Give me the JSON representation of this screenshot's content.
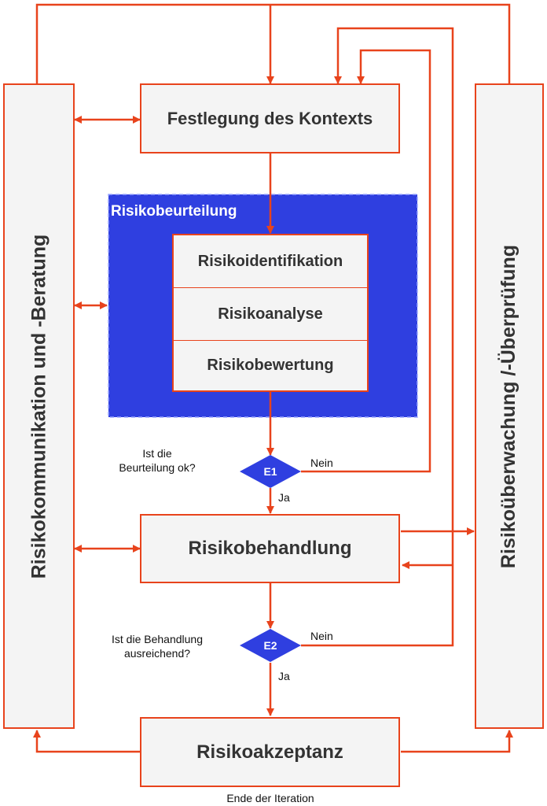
{
  "diagram": {
    "left_bar": "Risikokommunikation und -Beratung",
    "right_bar": "Risikoüberwachung /-Überprüfung",
    "context": "Festlegung des Kontexts",
    "assessment": {
      "title": "Risikobeurteilung",
      "steps": [
        "Risikoidentifikation",
        "Risikoanalyse",
        "Risikobewertung"
      ]
    },
    "decision1": {
      "label": "E1",
      "question_line1": "Ist die",
      "question_line2": "Beurteilung ok?",
      "no": "Nein",
      "yes": "Ja"
    },
    "treatment": "Risikobehandlung",
    "decision2": {
      "label": "E2",
      "question_line1": "Ist die Behandlung",
      "question_line2": "ausreichend?",
      "no": "Nein",
      "yes": "Ja"
    },
    "acceptance": "Risikoakzeptanz",
    "end": "Ende der Iteration"
  },
  "colors": {
    "arrow": "#e8431c",
    "assessment_fill": "#2f3fe0",
    "box_fill": "#f4f4f4"
  }
}
